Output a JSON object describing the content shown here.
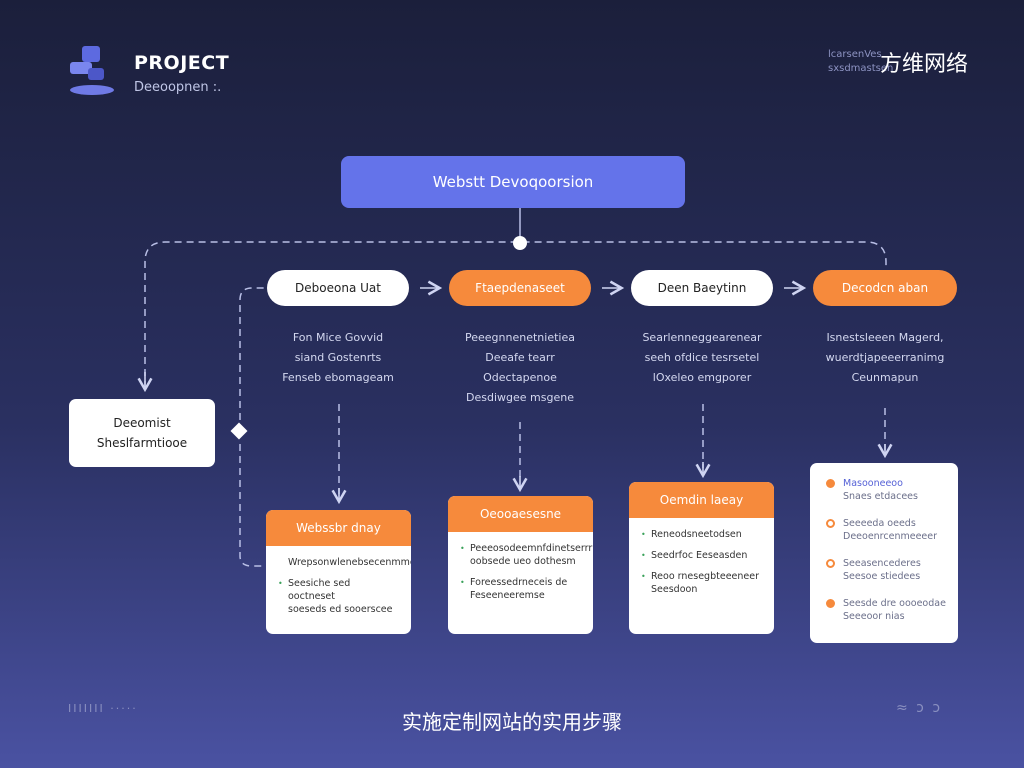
{
  "header": {
    "logo_title": "PROJECT",
    "logo_subtitle": "Deeoopnen :.",
    "brand": "方维网络",
    "brand_ghost_line1": "lcarsenVes",
    "brand_ghost_line2": "sxsdmastsen"
  },
  "top_node": {
    "label": "Webstt Devoqoorsion"
  },
  "side_node": {
    "line1": "Deeomist",
    "line2": "Sheslfarmtiooe"
  },
  "steps": [
    {
      "label": "Deboeona Uat",
      "style": "white",
      "desc": [
        "Fon Mice Govvid",
        "siand Gostenrts",
        "Fenseb ebomageam"
      ]
    },
    {
      "label": "Ftaepdenaseet",
      "style": "orange",
      "desc": [
        "Peeegnnenetnietiea",
        "Deeafe tearr",
        "Odectapenoe",
        "Desdiwgee msgene"
      ]
    },
    {
      "label": "Deen Baeytinn",
      "style": "white",
      "desc": [
        "Searlenneggearenear",
        "seeh ofdice tesrsetel",
        "lOxeleo emgporer"
      ]
    },
    {
      "label": "Decodcn aban",
      "style": "orange",
      "desc": [
        "Isnestsleeen Magerd,",
        "wuerdtjapeeerranimg",
        "Ceunmapun"
      ]
    }
  ],
  "cards": [
    {
      "title": "Webssbr dnay",
      "items": [
        {
          "bullet": false,
          "line1": "Wrepsonwlenebsecenmmer",
          "line2": ""
        },
        {
          "bullet": true,
          "line1": "Seesiche sed ooctneset",
          "line2": "soeseds ed sooerscee"
        }
      ]
    },
    {
      "title": "Oeooaesesne",
      "items": [
        {
          "bullet": true,
          "line1": "Peeeosodeemnfdinetserrr",
          "line2": "oobsede ueo dothesm"
        },
        {
          "bullet": true,
          "line1": "Foreessedrneceis de",
          "line2": "Feseeneeremse"
        }
      ]
    },
    {
      "title": "Oemdin laeay",
      "items": [
        {
          "bullet": true,
          "line1": "Reneodsneetodsen",
          "line2": ""
        },
        {
          "bullet": true,
          "line1": "Seedrfoc Eeseasden",
          "line2": ""
        },
        {
          "bullet": true,
          "line1": "Reoo rnesegbteeeneer",
          "line2": "Seesdoon"
        }
      ]
    }
  ],
  "list_card": {
    "items": [
      {
        "line1": "Masooneeoo",
        "line2": "Snaes etdacees",
        "filled": true
      },
      {
        "line1": "Seeeeda oeeds",
        "line2": "Deeoenrcenmeeeer",
        "filled": false
      },
      {
        "line1": "Seeasencederes",
        "line2": "Seesoe stiedees",
        "filled": false
      },
      {
        "line1": "Seesde dre oooeodae",
        "line2": "Seeeoor nias",
        "filled": true
      }
    ]
  },
  "footer": {
    "caption": "实施定制网站的实用步骤",
    "left_ghost": "IIIIIII ·····",
    "right_ghost": "≈ ɔ ɔ"
  },
  "colors": {
    "accent": "#6473ea",
    "orange": "#f68a3c",
    "bg_top": "#1b1f3b",
    "bg_bottom": "#4a52a2"
  }
}
